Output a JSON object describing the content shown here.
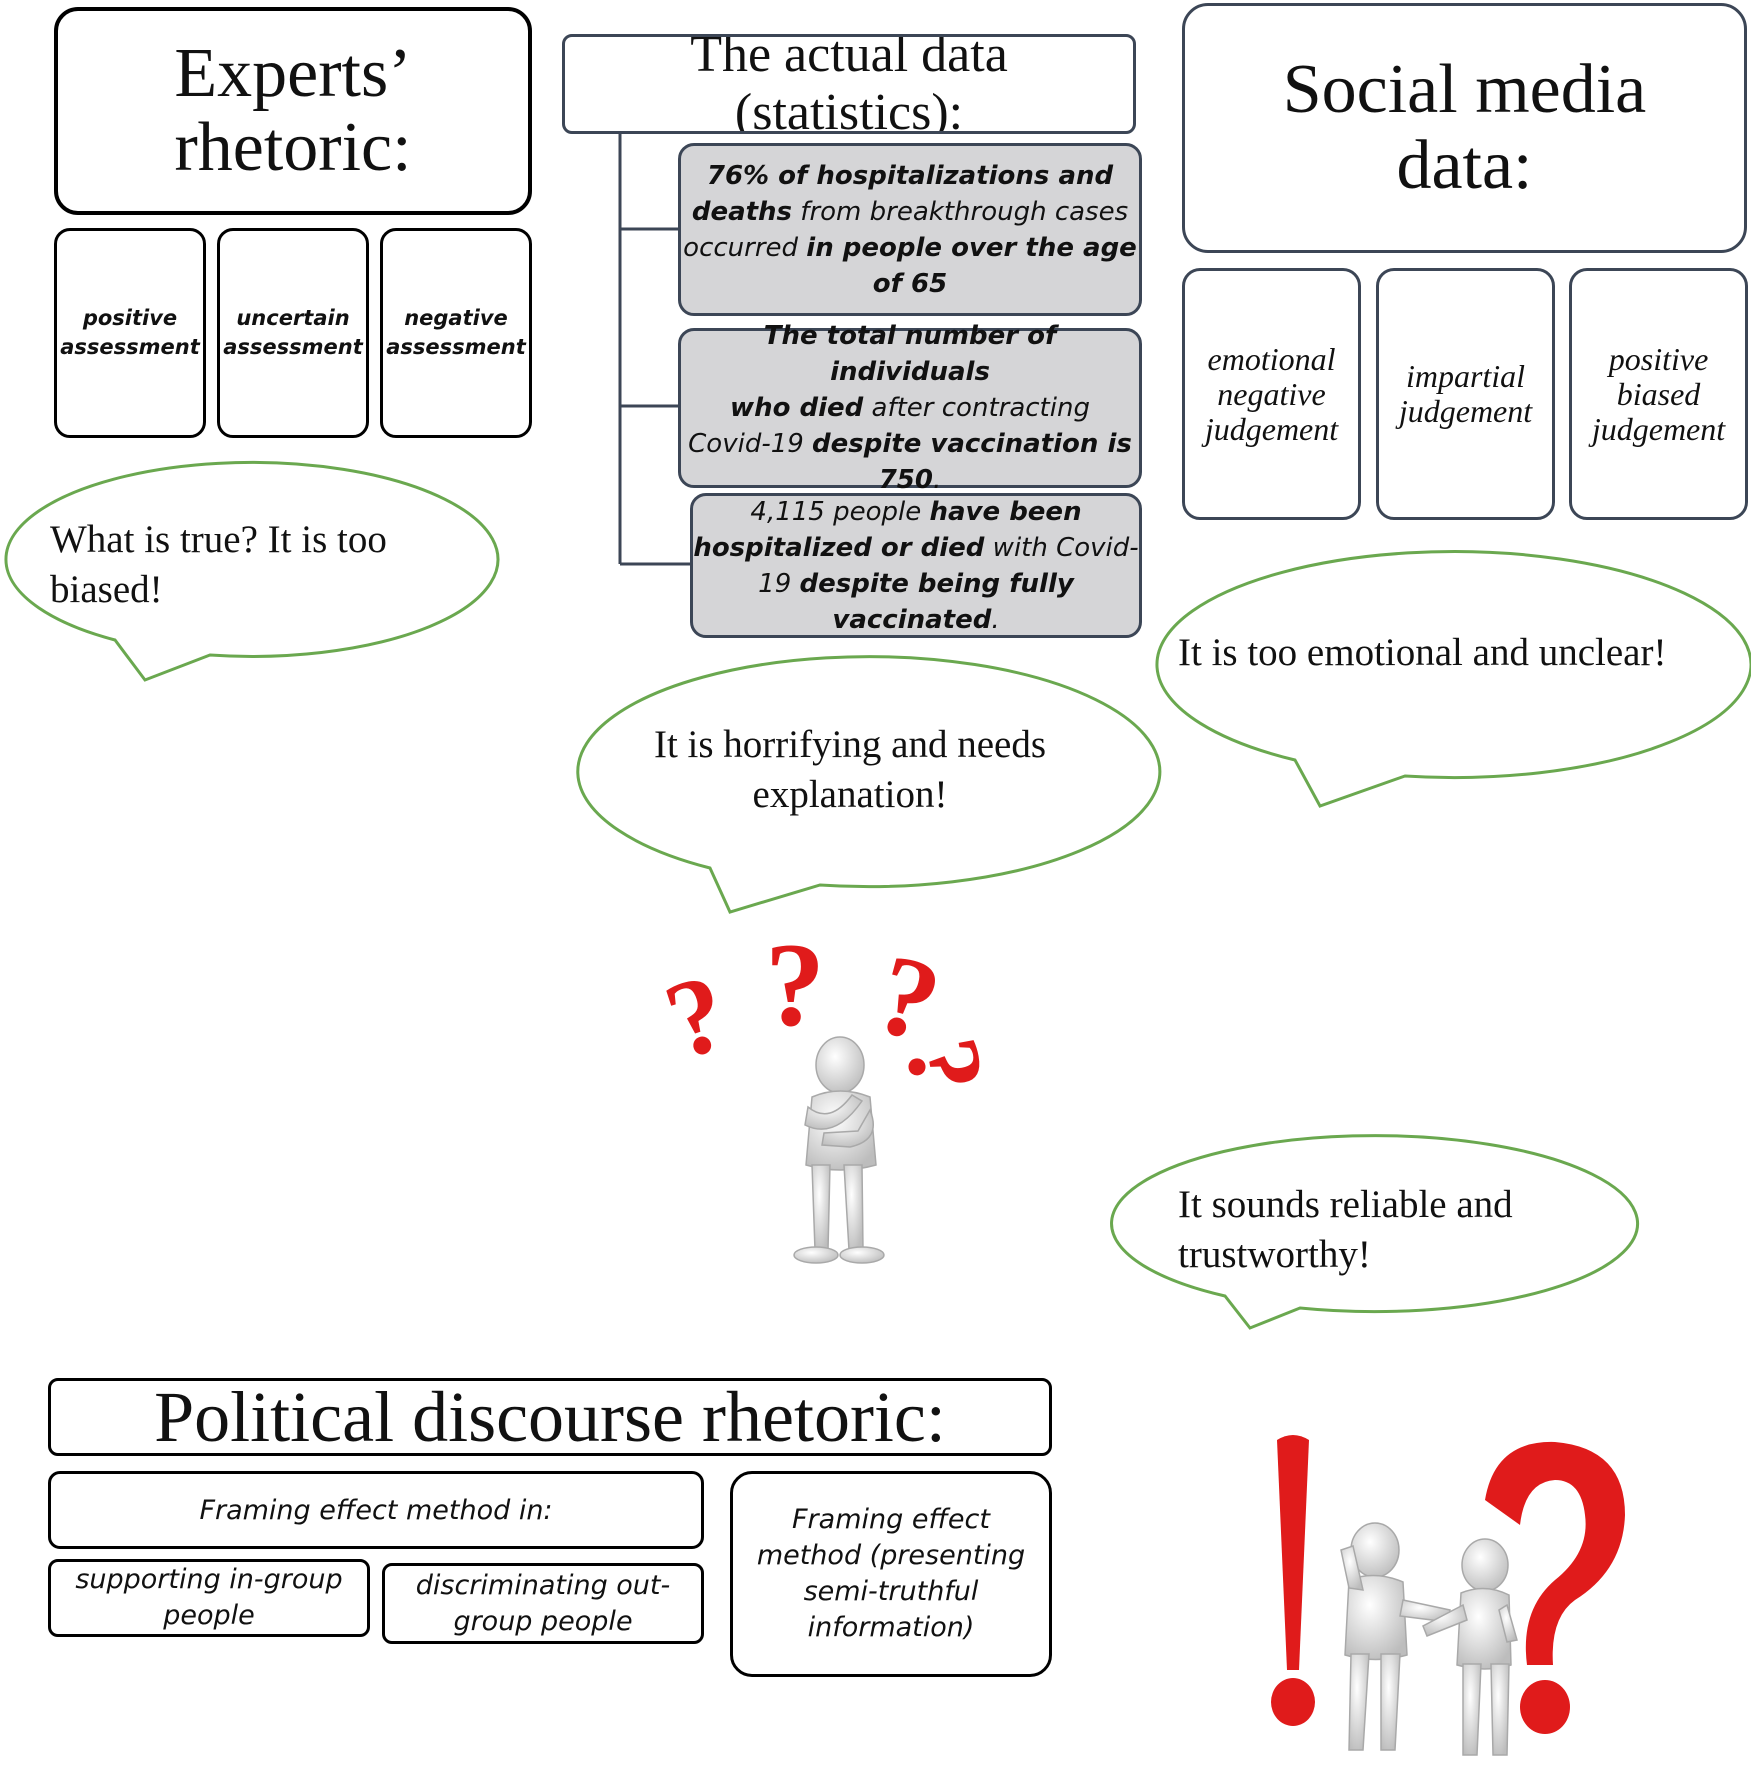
{
  "experts": {
    "title_line1": "Experts’",
    "title_line2": "rhetoric:",
    "items": [
      {
        "line1": "positive",
        "line2": "assessment"
      },
      {
        "line1": "uncertain",
        "line2": "assessment"
      },
      {
        "line1": "negative",
        "line2": "assessment"
      }
    ],
    "bubble_line1": "What is true? It is too",
    "bubble_line2": "biased!"
  },
  "actual_data": {
    "title_line1": "The actual data",
    "title_line2": "(statistics):",
    "stats": [
      {
        "b1": "76% of hospitalizations and",
        "b2": "deaths",
        "r2": " from breakthrough cases",
        "r3": "occurred ",
        "b3": "in people over the age",
        "b4": "of 65"
      },
      {
        "b1": "The total number of individuals",
        "b2": "who died",
        "r2": " after contracting",
        "r3": "Covid-19 ",
        "b3": "despite vaccination is",
        "b4": "750",
        "r4": "."
      },
      {
        "r1": "4,115 people ",
        "b1": "have been",
        "b2": "hospitalized or died",
        "r2": " with Covid-",
        "r3": "19 ",
        "b3": "despite being fully",
        "b4": "vaccinated",
        "r4": "."
      }
    ],
    "bubble_line1": "It is horrifying and needs",
    "bubble_line2": "explanation!"
  },
  "social_media": {
    "title_line1": "Social media",
    "title_line2": "data:",
    "items": [
      {
        "line1": "emotional",
        "line2": "negative",
        "line3": "judgement"
      },
      {
        "line1": "impartial",
        "line2": "judgement"
      },
      {
        "line1": "positive",
        "line2": "biased",
        "line3": "judgement"
      }
    ],
    "bubble": "It is too emotional and unclear!"
  },
  "political": {
    "title": "Political discourse rhetoric:",
    "framing_in": "Framing effect method in:",
    "supporting_line1": "supporting in-group",
    "supporting_line2": "people",
    "discriminating_line1": "discriminating out-",
    "discriminating_line2": "group  people",
    "semi_line1": "Framing effect",
    "semi_line2": "method (presenting",
    "semi_line3": "semi-truthful",
    "semi_line4": "information)",
    "bubble_line1": "It sounds reliable and",
    "bubble_line2": "trustworthy!"
  },
  "colors": {
    "bubble_outline": "#6aa84f",
    "stat_fill": "#d5d5d7",
    "mark_red": "#e01b1b",
    "figure_gray": "#d9d9d9"
  }
}
